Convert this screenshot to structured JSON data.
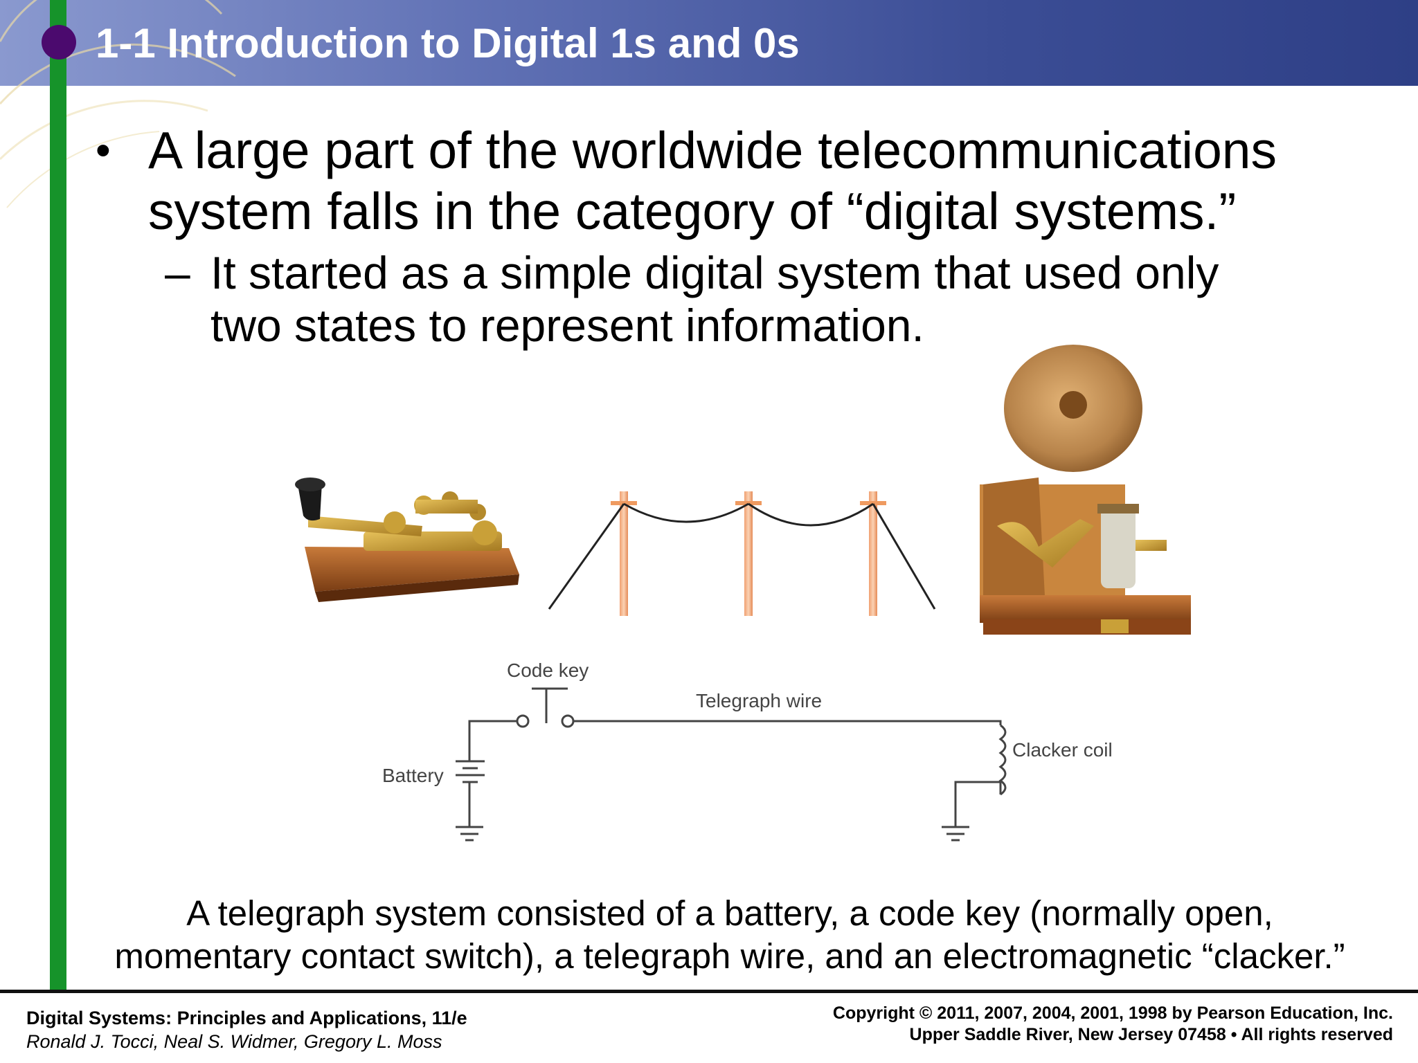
{
  "slide": {
    "title": "1-1 Introduction to Digital 1s and 0s",
    "bullet": {
      "line1": "A large part of the worldwide telecommunications",
      "line2": "system falls in the category of “digital systems.”"
    },
    "sub_bullet": {
      "line1": "It started as a simple digital system that used only",
      "line2": "two states to represent information."
    },
    "bullet_symbol": "•",
    "dash_symbol": "–"
  },
  "diagram": {
    "labels": {
      "code_key": "Code key",
      "telegraph_wire": "Telegraph wire",
      "clacker_coil": "Clacker coil",
      "battery": "Battery"
    }
  },
  "caption": {
    "line1": "A telegraph system consisted of a battery, a code key (normally open,",
    "line2": "momentary contact switch), a telegraph wire, and an electromagnetic “clacker.”"
  },
  "footer": {
    "book_title": "Digital Systems: Principles and Applications, 11/e",
    "authors": "Ronald J. Tocci, Neal S. Widmer, Gregory L. Moss",
    "copyright": "Copyright © 2011, 2007, 2004, 2001, 1998  by Pearson Education, Inc.",
    "address": "Upper Saddle River, New Jersey 07458 • All rights reserved"
  },
  "colors": {
    "header_gradient_start": "#8a99cf",
    "header_gradient_end": "#2e3f86",
    "accent_green": "#16932a",
    "accent_purple": "#4b0a6e"
  }
}
